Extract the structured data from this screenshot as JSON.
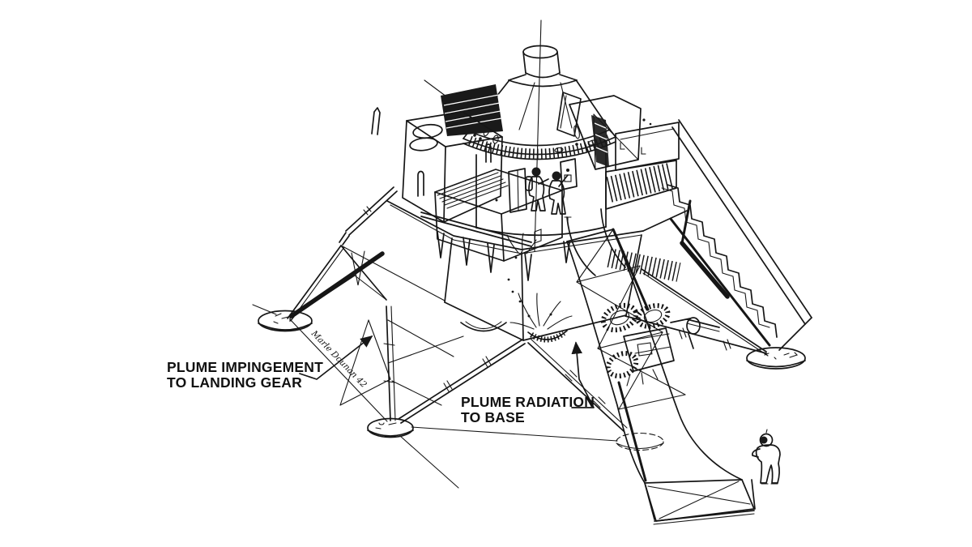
{
  "meta": {
    "type": "technical-line-drawing",
    "subject": "Lunar lander concept with exhaust plume effect callouts",
    "background_color": "#ffffff",
    "ink_color": "#161616"
  },
  "labels": {
    "plume_impingement_line1": "PLUME IMPINGEMENT",
    "plume_impingement_line2": "TO LANDING GEAR",
    "plume_radiation_line1": "PLUME RADIATION",
    "plume_radiation_line2": "TO BASE",
    "handwritten_note": "Marle Dounan 42"
  },
  "components": [
    "conical-crew-capsule",
    "flanged-skirt",
    "descent-stage-body",
    "deck-equipment-boxes",
    "radiator-panel",
    "staircase",
    "cargo-ramp",
    "lunar-rover-on-ramp",
    "landing-legs",
    "landing-footpads",
    "engine-nozzles",
    "plume-splash",
    "astronauts-on-deck",
    "astronaut-on-surface"
  ]
}
